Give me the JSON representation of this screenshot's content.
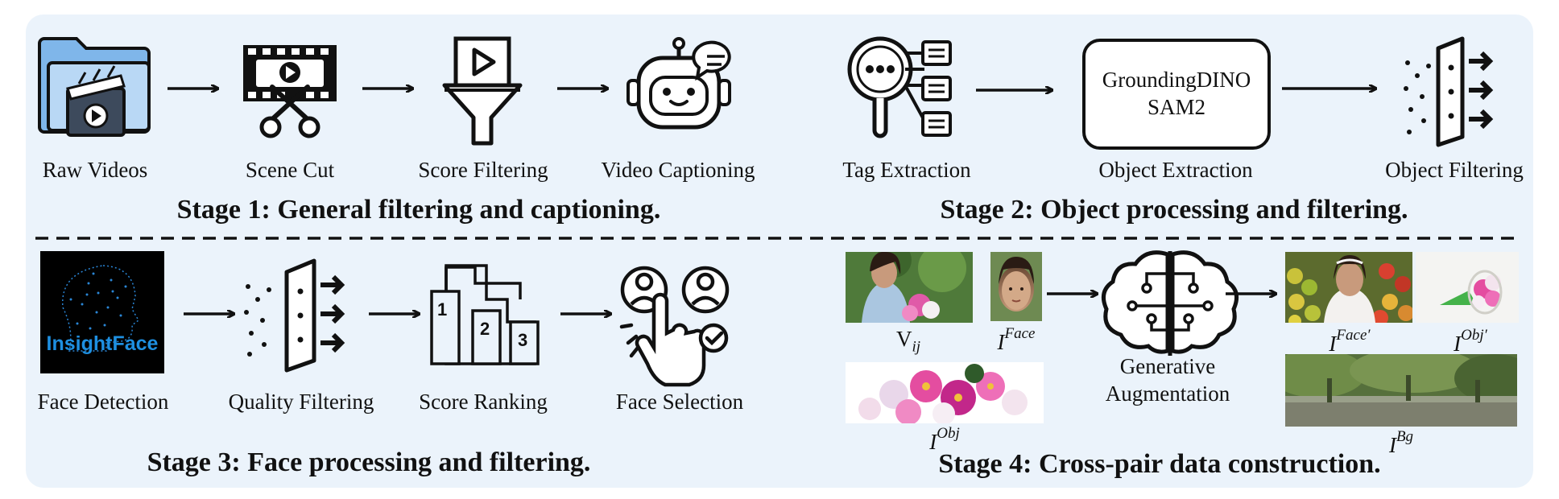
{
  "stage1": {
    "title": "Stage 1: General filtering and captioning.",
    "steps": [
      "Raw Videos",
      "Scene Cut",
      "Score Filtering",
      "Video Captioning"
    ]
  },
  "stage2": {
    "title": "Stage 2: Object processing and filtering.",
    "steps": [
      "Tag Extraction",
      "Object Extraction",
      "Object Filtering"
    ],
    "box_line1": "GroundingDINO",
    "box_line2": "SAM2"
  },
  "stage3": {
    "title": "Stage 3: Face processing and filtering.",
    "steps": [
      "Face Detection",
      "Quality Filtering",
      "Score Ranking",
      "Face Selection"
    ],
    "logo_text": "InsightFace",
    "podium": [
      "1",
      "2",
      "3"
    ]
  },
  "stage4": {
    "title": "Stage 4: Cross-pair data construction.",
    "gen_line1": "Generative",
    "gen_line2": "Augmentation",
    "v_main": "V",
    "v_sub": "ij",
    "i_main": "I",
    "face_sup": "Face",
    "obj_sup": "Obj",
    "face_prime_sup": "Face′",
    "obj_prime_sup": "Obj′",
    "bg_sup": "Bg"
  },
  "icons": {
    "raw_videos": "folder-video-icon",
    "scene_cut": "film-scissors-icon",
    "score_filtering": "funnel-play-icon",
    "video_captioning": "robot-chat-icon",
    "tag_extraction": "magnifier-list-icon",
    "object_filtering": "filter-arrows-icon",
    "quality_filtering": "filter-arrows-icon",
    "score_ranking": "podium-icon",
    "face_selection": "hand-select-user-icon",
    "generative_augmentation": "brain-circuit-icon"
  },
  "colors": {
    "panel": "#ebf3fb",
    "folder_blue": "#7fb6ea",
    "logo_blue": "#1e8fe0"
  }
}
